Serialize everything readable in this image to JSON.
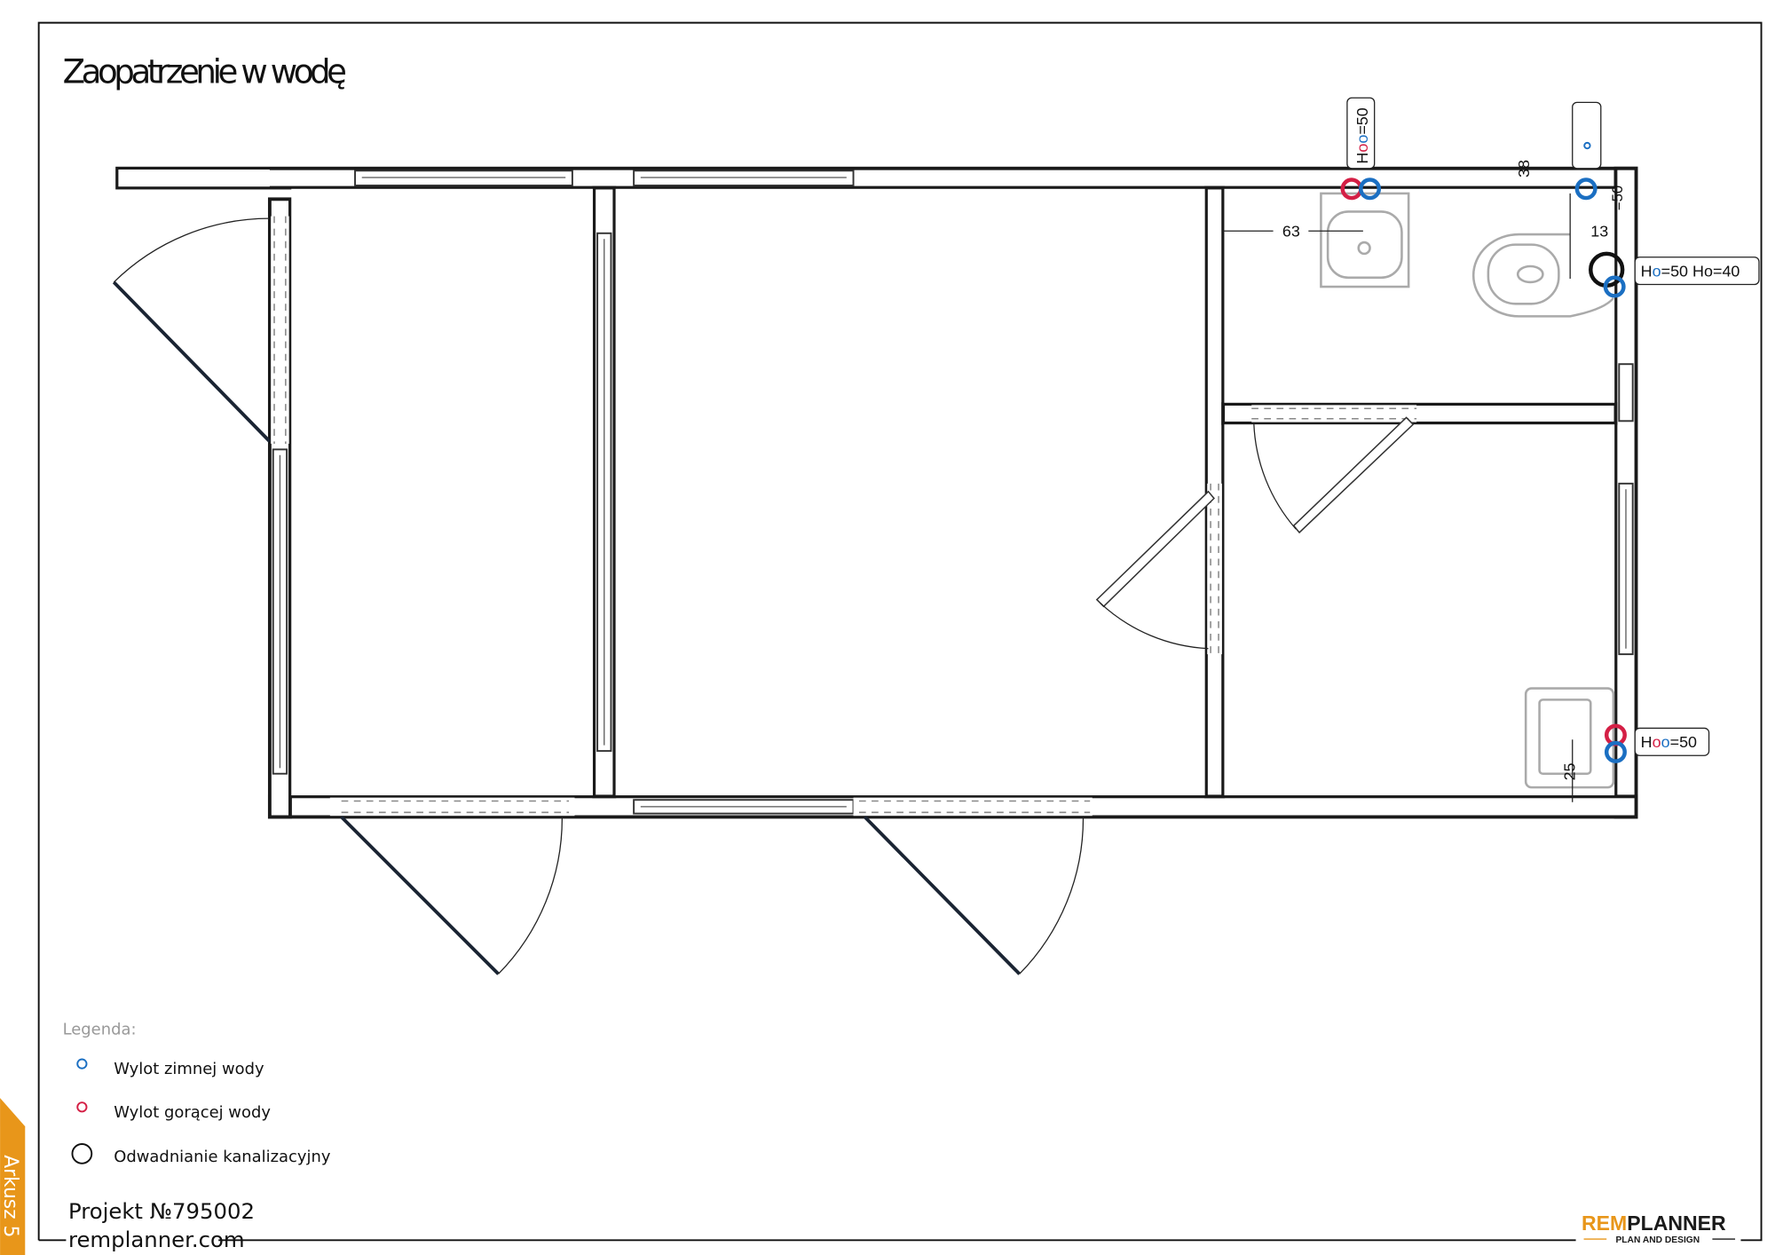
{
  "title": "Zaopatrzenie w wodę",
  "sheet_tab": "Arkusz 5",
  "colors": {
    "cold": "#1b6fc2",
    "hot": "#d41f45",
    "drain": "#111111",
    "accent": "#e8961a"
  },
  "labels": {
    "sink_top": {
      "prefix": "H",
      "value": "=50"
    },
    "toilet": {
      "prefix1": "H",
      "value1": "=50",
      "prefix2": "H",
      "value2": "=40"
    },
    "sink_bottom": {
      "prefix": "H",
      "value": "=50"
    },
    "toilet_tank": {
      "value": "=50"
    }
  },
  "dimensions": {
    "d63": "63",
    "d38": "38",
    "d13": "13",
    "d25": "25"
  },
  "legend": {
    "heading": "Legenda:",
    "items": [
      {
        "icon": "cold-water-outlet-icon",
        "label": "Wylot zimnej wody"
      },
      {
        "icon": "hot-water-outlet-icon",
        "label": "Wylot gorącej wody"
      },
      {
        "icon": "drain-icon",
        "label": "Odwadnianie kanalizacyjny"
      }
    ]
  },
  "footer": {
    "project": "Projekt №795002",
    "site": "remplanner.com"
  },
  "logo": {
    "rem": "REM",
    "planner": "PLANNER",
    "tagline": "PLAN AND DESIGN"
  }
}
